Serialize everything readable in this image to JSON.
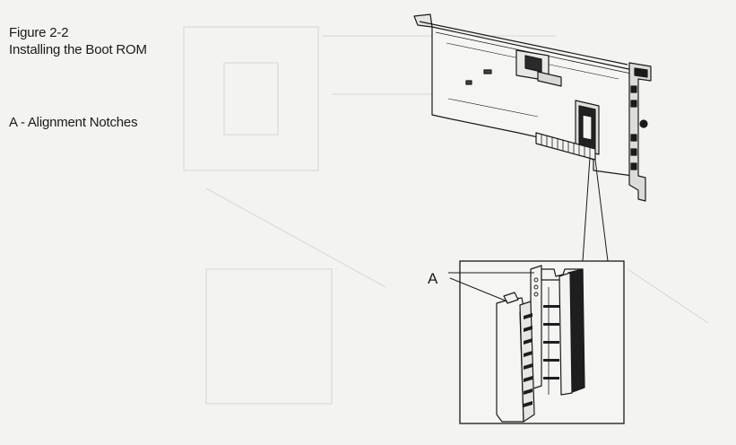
{
  "figure": {
    "number": "Figure 2-2",
    "title": "Installing the Boot ROM"
  },
  "legend": {
    "item_a": "A - Alignment Notches"
  },
  "callout": {
    "label": "A"
  },
  "colors": {
    "paper": "#f3f3f1",
    "ink": "#1a1a1a"
  }
}
